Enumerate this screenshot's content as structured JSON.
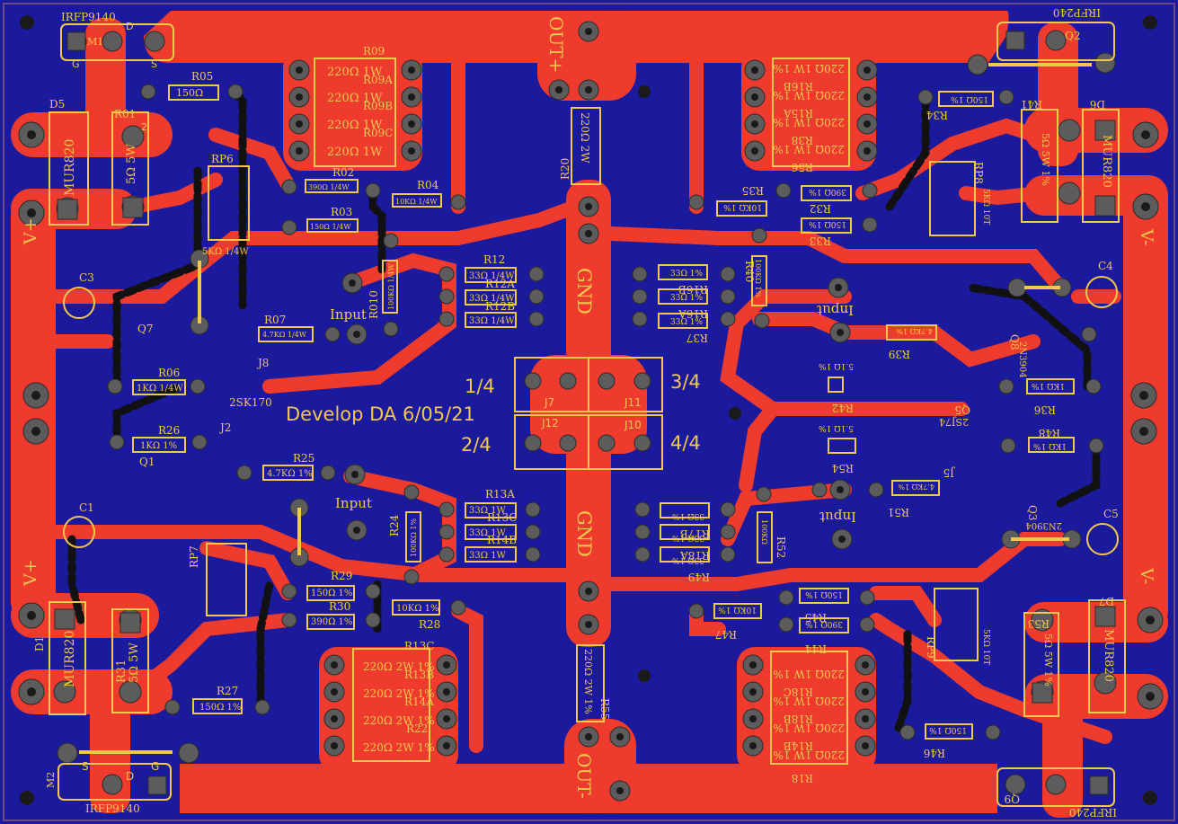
{
  "board_title": "Develop DA 6/05/21",
  "colors": {
    "substrate": "#1b1a9c",
    "copper": "#ee3b2e",
    "silk": "#f2c84b",
    "pad": "#5c5c5c",
    "hole": "#1a1a1a",
    "edge": "#1a1a1a"
  },
  "labels": {
    "out_plus": "OUT+",
    "out_minus": "OUT-",
    "gnd_top": "GND",
    "gnd_bottom": "GND",
    "v_plus_top": "V+",
    "v_plus_bottom": "V+",
    "v_minus_top": "V-",
    "v_minus_bottom": "V-",
    "input_l1": "Input",
    "input_l2": "Input",
    "input_r1": "Input",
    "input_r2": "Input",
    "q1_4": "1/4",
    "q2_4": "2/4",
    "q3_4": "3/4",
    "q4_4": "4/4"
  },
  "left_top": {
    "m1": "M1",
    "m1_part": "IRFP9140",
    "m1_g": "G",
    "m1_d": "D",
    "m1_s": "S",
    "r05": "R05",
    "r05_val": "150Ω",
    "d5": "D5",
    "d5_val": "MUR820",
    "r01": "R01",
    "r01_val": "5Ω 5W",
    "r01_pin": "2",
    "rp6": "RP6",
    "rp6_val": "5KΩ 1/4W",
    "r09": "R09",
    "r09a": "R09A",
    "r09b": "R09B",
    "r09c": "R09C",
    "r09_val": "220Ω 1W",
    "r09a_val": "220Ω 1W",
    "r09b_val": "220Ω 1W",
    "r09c_val": "220Ω 1W",
    "r02": "R02",
    "r02_val": "390Ω 1/4W",
    "r03": "R03",
    "r03_val": "150Ω 1/4W",
    "r04": "R04",
    "r04_val": "10KΩ 1/4W",
    "c3": "C3",
    "q7": "Q7",
    "r010": "R010",
    "r010_val": "100KΩ 1/4W",
    "r07": "R07",
    "r07_val": "4.7KΩ 1/4W",
    "r06": "R06",
    "r06_val": "1KΩ 1/4W",
    "j8": "J8",
    "j8_part": "2SK170"
  },
  "center": {
    "r20": "R20",
    "r20_val": "220Ω 2W",
    "r12": "R12",
    "r12a": "R12A",
    "r12b": "R12B",
    "r12_val": "33Ω 1/4W",
    "r12a_val": "33Ω 1/4W",
    "r12b_val": "33Ω 1/4W",
    "r16b": "R16B",
    "r16a": "R16A",
    "r37": "R37",
    "r16b_val": "33Ω 1%",
    "r16a_val": "33Ω 1%",
    "r37_val": "33Ω 1%",
    "j7": "J7",
    "j11": "J11",
    "j12": "J12",
    "j10": "J10",
    "r13a": "R13A",
    "r13c": "R13C",
    "r14b": "R14B",
    "r13a_val": "33Ω 1W",
    "r13c_val": "33Ω 1W",
    "r14b_val": "33Ω 1W",
    "r17b": "R17B",
    "r18a": "R18A",
    "r49": "R49",
    "r17b_val": "33Ω 1%",
    "r18a_val": "33Ω 1%",
    "r49_val": "33Ω 1%",
    "r55": "R55",
    "r55_val": "220Ω 2W 1%"
  },
  "right_top": {
    "q2": "Q2",
    "q2_part": "IRFP240",
    "r34": "R34",
    "r41": "R41",
    "r41_val": "150Ω 1%",
    "d6": "D6",
    "d6_val": "MUR820",
    "r36_5w": "5Ω 5W 1%",
    "rp8": "RP8",
    "rp8_val": "5KΩ 10T",
    "r16b": "R16B",
    "r15a": "R15A",
    "r38": "R38",
    "r56": "R56",
    "r_val_1": "220Ω 1W 1%",
    "r_val_2": "220Ω 1W 1%",
    "r_val_3": "220Ω 1W 1%",
    "r_val_4": "220Ω 1W 1%",
    "r35": "R35",
    "r35_val": "10KΩ 1%",
    "r32": "R32",
    "r32_val": "390Ω 1%",
    "r33": "R33",
    "r33_val": "150Ω 1%",
    "r40": "R40",
    "r40_val": "100KΩ 1%",
    "c4": "C4",
    "q8": "Q8",
    "q8_part": "2N3904",
    "r39": "R39",
    "r39_val": "4.7KΩ 1%",
    "r42": "R42",
    "r42_val": "5.1Ω 1%",
    "q5": "Q5",
    "q5_part": "2SJ74",
    "r36": "R36",
    "r36_val": "1KΩ 1%"
  },
  "left_bottom": {
    "r26": "R26",
    "r26_val": "1KΩ 1%",
    "q1": "Q1",
    "j2": "J2",
    "r25": "R25",
    "r25_val": "4.7KΩ 1%",
    "c1": "C1",
    "r24": "R24",
    "r24_val": "100KΩ 1%",
    "rp7": "RP7",
    "r29": "R29",
    "r29_val": "150Ω 1%",
    "r30": "R30",
    "r30_val": "390Ω 1%",
    "r28": "R28",
    "r28_val": "10KΩ 1%",
    "d1": "D1",
    "d1_val": "MUR820",
    "r31": "R31",
    "r31_val": "5Ω 5W",
    "r27": "R27",
    "r27_val": "150Ω 1%",
    "r13c": "R13C",
    "r13b": "R13B",
    "r14a": "R14A",
    "r22": "R22",
    "r13c_val": "220Ω 2W 1%",
    "r13b_val": "220Ω 2W 1%",
    "r14a_val": "220Ω 2W 1%",
    "r22_val": "220Ω 2W 1%",
    "m2": "M2",
    "m2_part": "IRFP9140",
    "m2_s": "S",
    "m2_d": "D",
    "m2_g": "G"
  },
  "right_bottom": {
    "r48": "R48",
    "r48_val": "1KΩ 1%",
    "r54": "R54",
    "r54_val": "5.1Ω 1%",
    "j5": "J5",
    "r51": "R51",
    "r51_val": "4.7KΩ 1%",
    "q3": "Q3",
    "q3_part": "2N3904",
    "c5": "C5",
    "r52": "R52",
    "r52_val": "100KΩ",
    "r47": "R47",
    "r47_val": "10KΩ 1%",
    "r45": "R45",
    "r45_val": "150Ω 1%",
    "r44": "R44",
    "r44_val": "390Ω 1%",
    "rp9": "RP9",
    "rp9_val": "5KΩ 10T",
    "r53": "R53",
    "r53_val": "5Ω 5W 1%",
    "d7": "D7",
    "d7_val": "MUR820",
    "r18c": "R18C",
    "r18b": "R18B",
    "r14b": "R14B",
    "r18": "R18",
    "r_val_1": "220Ω 1W 1%",
    "r_val_2": "220Ω 1W 1%",
    "r_val_3": "220Ω 1W 1%",
    "r_val_4": "220Ω 1W 1%",
    "r46": "R46",
    "r46_val": "150Ω 1%",
    "q9": "Q9",
    "q9_part": "IRFP240"
  }
}
